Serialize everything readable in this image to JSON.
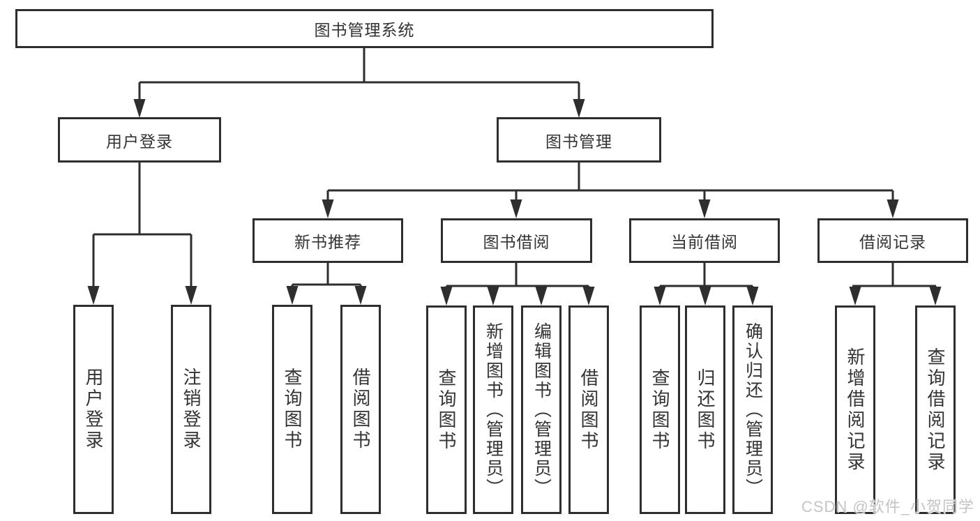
{
  "colors": {
    "line": "#2e2e2e",
    "box_border": "#2e2e2e",
    "box_background": "#ffffff",
    "text": "#333333",
    "page_background": "#ffffff",
    "watermark": "#c4c4c4"
  },
  "watermark": "CSDN @软件_小贺同学",
  "tree": {
    "root": {
      "label": "图书管理系统",
      "children": [
        {
          "label": "用户登录",
          "children": [
            {
              "label": "用户登录"
            },
            {
              "label": "注销登录"
            }
          ]
        },
        {
          "label": "图书管理",
          "children": [
            {
              "label": "新书推荐",
              "children": [
                {
                  "label": "查询图书"
                },
                {
                  "label": "借阅图书"
                }
              ]
            },
            {
              "label": "图书借阅",
              "children": [
                {
                  "label": "查询图书"
                },
                {
                  "label": "新增图书（管理员）"
                },
                {
                  "label": "编辑图书（管理员）"
                },
                {
                  "label": "借阅图书"
                }
              ]
            },
            {
              "label": "当前借阅",
              "children": [
                {
                  "label": "查询图书"
                },
                {
                  "label": "归还图书"
                },
                {
                  "label": "确认归还（管理员）"
                }
              ]
            },
            {
              "label": "借阅记录",
              "children": [
                {
                  "label": "新增借阅记录"
                },
                {
                  "label": "查询借阅记录"
                }
              ]
            }
          ]
        }
      ]
    }
  }
}
